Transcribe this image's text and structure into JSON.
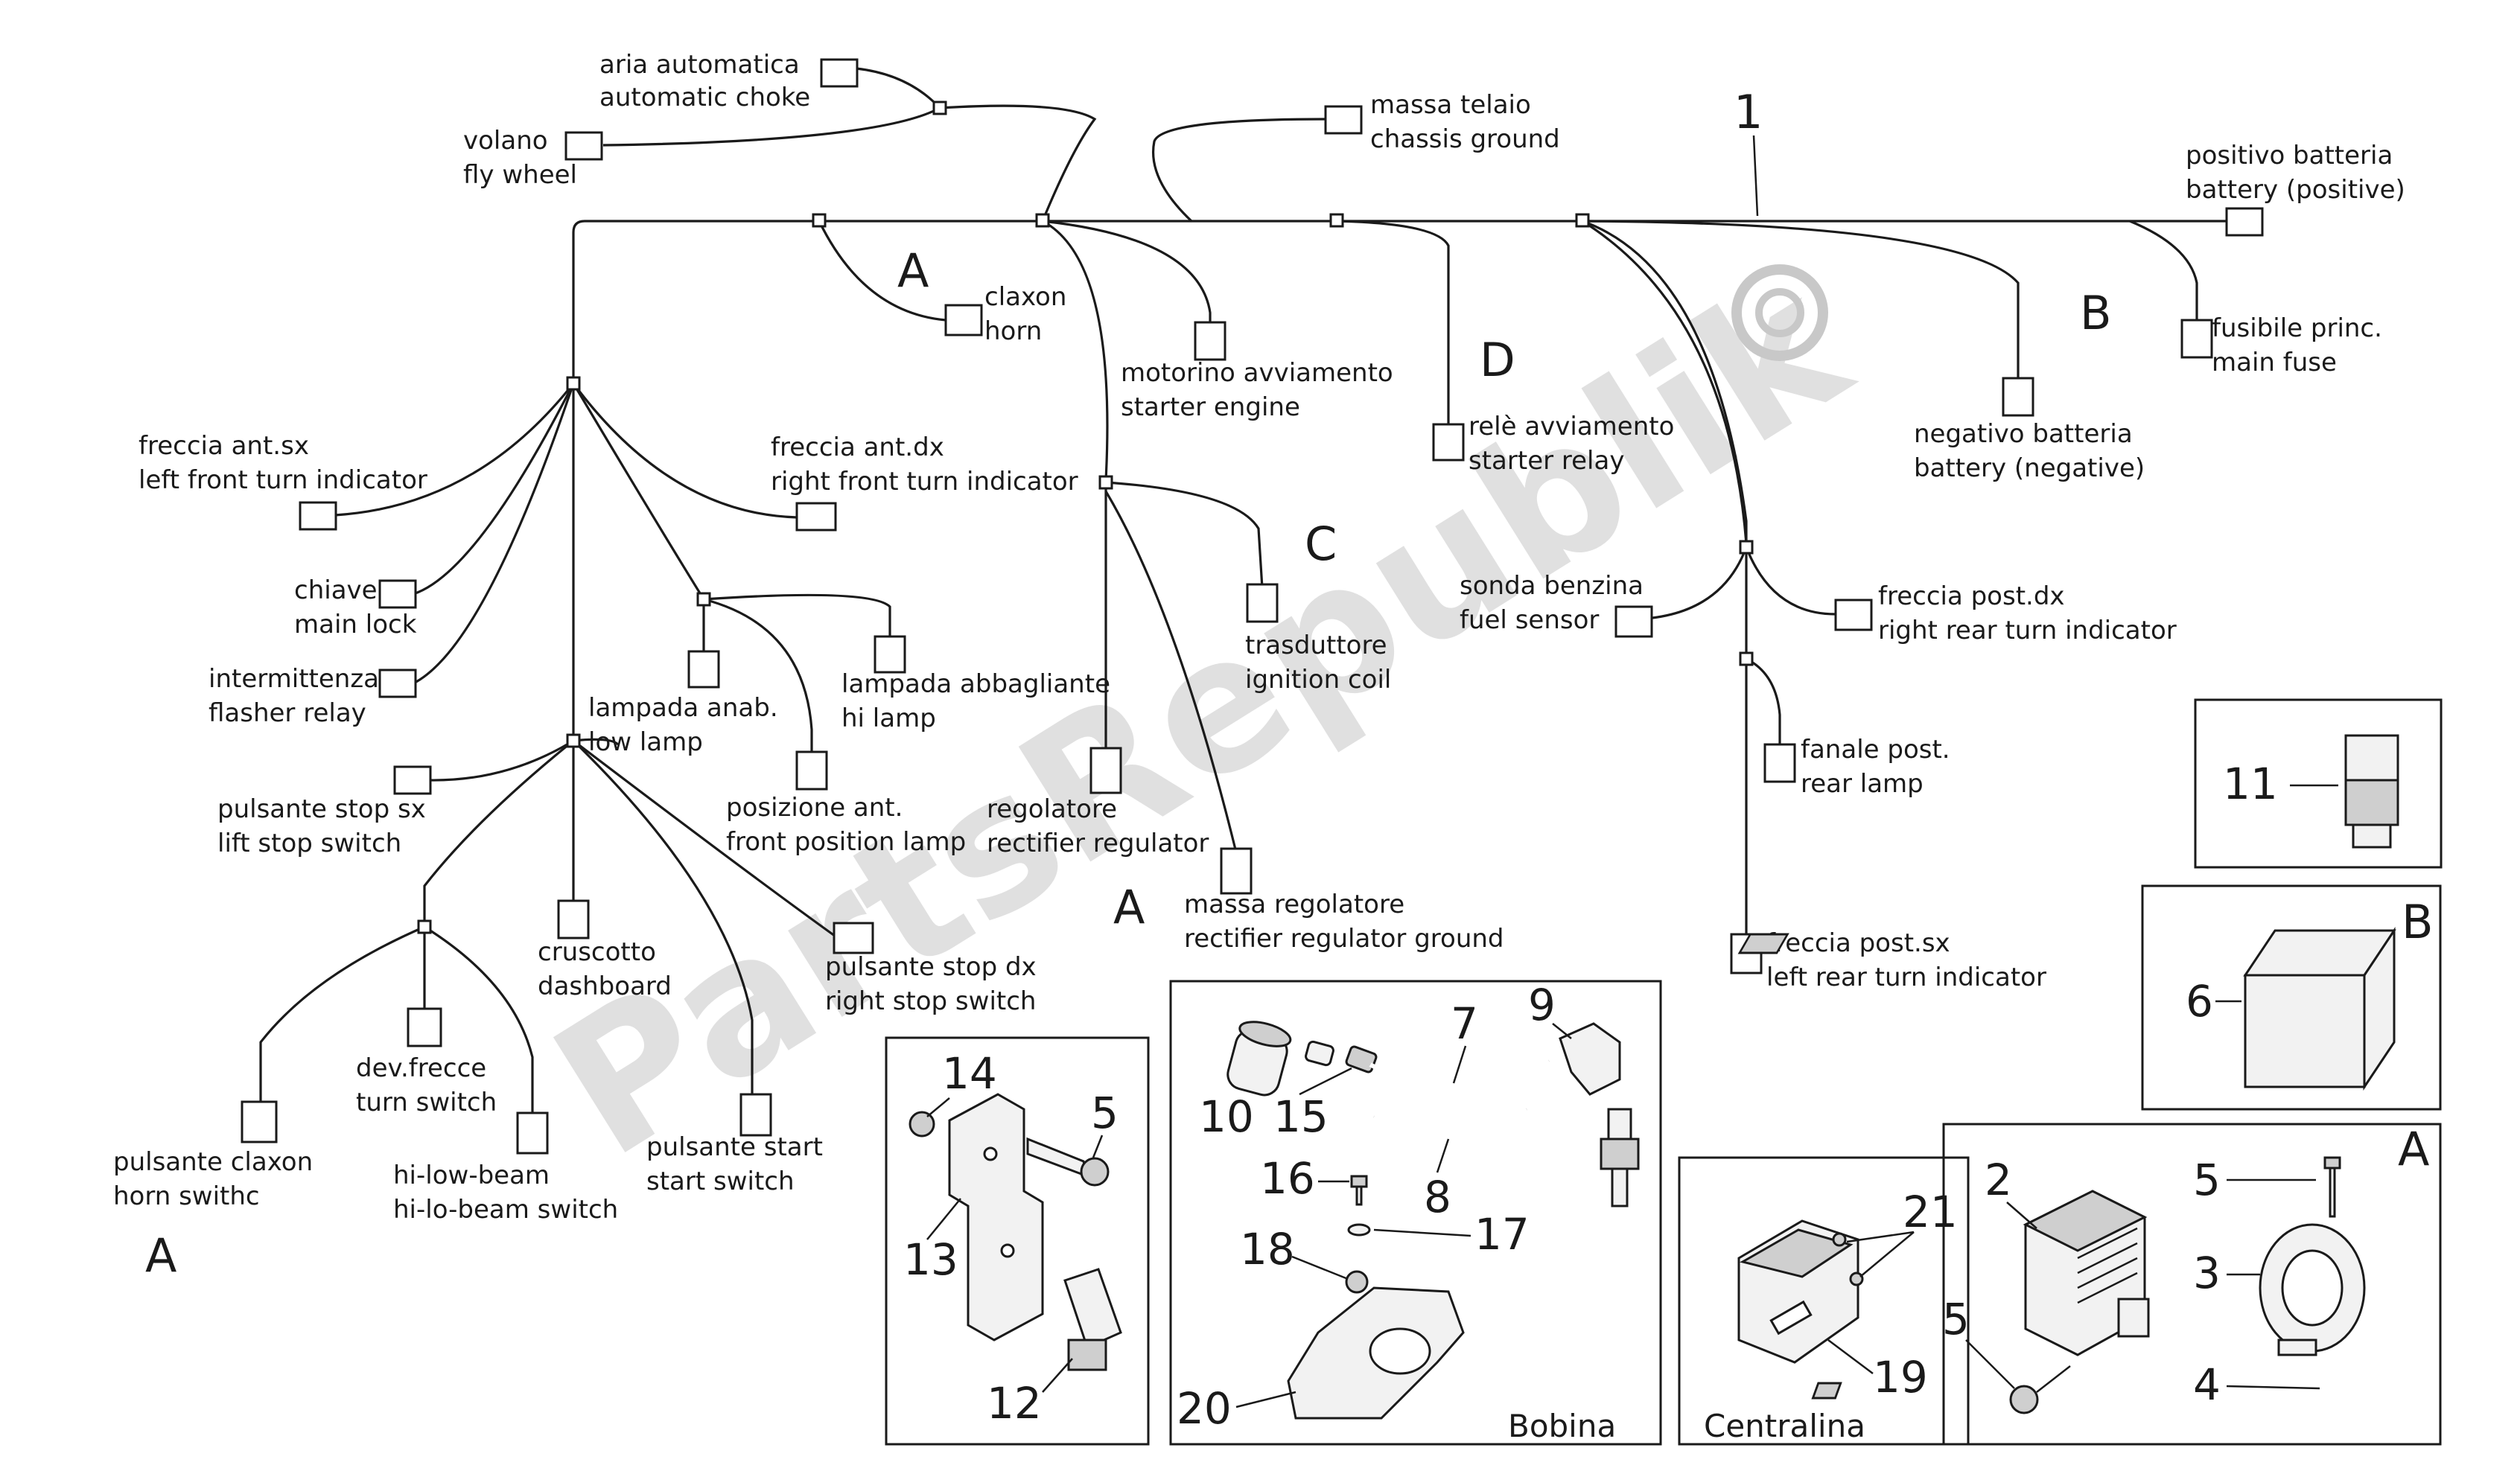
{
  "labels": {
    "aria_it": "aria automatica",
    "aria_en": "automatic choke",
    "volano_it": "volano",
    "volano_en": "fly wheel",
    "massa_telaio_it": "massa telaio",
    "massa_telaio_en": "chassis ground",
    "pos_batt_it": "positivo batteria",
    "pos_batt_en": "battery (positive)",
    "claxon_it": "claxon",
    "claxon_en": "horn",
    "motorino_it": "motorino avviamento",
    "motorino_en": "starter engine",
    "rele_it": "relè avviamento",
    "rele_en": "starter relay",
    "fusibile_it": "fusibile princ.",
    "fusibile_en": "main fuse",
    "neg_batt_it": "negativo batteria",
    "neg_batt_en": "battery (negative)",
    "freccia_ant_sx_it": "freccia ant.sx",
    "freccia_ant_sx_en": "left front turn indicator",
    "freccia_ant_dx_it": "freccia ant.dx",
    "freccia_ant_dx_en": "right front turn indicator",
    "chiave_it": "chiave",
    "chiave_en": "main lock",
    "intermittenza_it": "intermittenza",
    "intermittenza_en": "flasher relay",
    "lampada_anab_it": "lampada anab.",
    "lampada_anab_en": "low lamp",
    "lampada_abb_it": "lampada abbagliante",
    "lampada_abb_en": "hi lamp",
    "trasduttore_it": "trasduttore",
    "trasduttore_en": "ignition coil",
    "sonda_it": "sonda benzina",
    "sonda_en": "fuel sensor",
    "freccia_post_dx_it": "freccia post.dx",
    "freccia_post_dx_en": "right rear turn indicator",
    "fanale_it": "fanale post.",
    "fanale_en": "rear lamp",
    "pulsante_stop_sx_it": "pulsante stop sx",
    "pulsante_stop_sx_en": "lift stop switch",
    "posizione_it": "posizione ant.",
    "posizione_en": "front position lamp",
    "regolatore_it": "regolatore",
    "regolatore_en": "rectifier regulator",
    "massa_reg_it": "massa regolatore",
    "massa_reg_en": "rectifier regulator ground",
    "freccia_post_sx_it": "freccia post.sx",
    "freccia_post_sx_en": "left rear turn indicator",
    "cruscotto_it": "cruscotto",
    "cruscotto_en": "dashboard",
    "pulsante_stop_dx_it": "pulsante stop dx",
    "pulsante_stop_dx_en": "right stop switch",
    "dev_frecce_it": "dev.frecce",
    "dev_frecce_en": "turn switch",
    "pulsante_claxon_it": "pulsante claxon",
    "pulsante_claxon_en": "horn swithc",
    "hilow_it": "hi-low-beam",
    "hilow_en": "hi-lo-beam switch",
    "pulsante_start_it": "pulsante start",
    "pulsante_start_en": "start switch"
  },
  "section_letters": {
    "a_claxon": "A",
    "a_regolatore": "A",
    "a_left": "A",
    "b": "B",
    "c": "C",
    "d": "D",
    "panel_a": "A",
    "panel_b": "B"
  },
  "harness_ref": "1",
  "part_numbers": {
    "p2": "2",
    "p3": "3",
    "p4": "4",
    "p5a": "5",
    "p5b": "5",
    "p5c": "5",
    "p6": "6",
    "p7": "7",
    "p8": "8",
    "p9": "9",
    "p10": "10",
    "p11": "11",
    "p12": "12",
    "p13": "13",
    "p14": "14",
    "p15": "15",
    "p16": "16",
    "p17": "17",
    "p18": "18",
    "p19": "19",
    "p20": "20",
    "p21": "21"
  },
  "panel_titles": {
    "bobina": "Bobina",
    "centralina": "Centralina"
  },
  "watermark": "PartsRepublik",
  "colors": {
    "ink": "#1a1a1a",
    "watermark": "#c8c8c8",
    "background": "#ffffff"
  }
}
